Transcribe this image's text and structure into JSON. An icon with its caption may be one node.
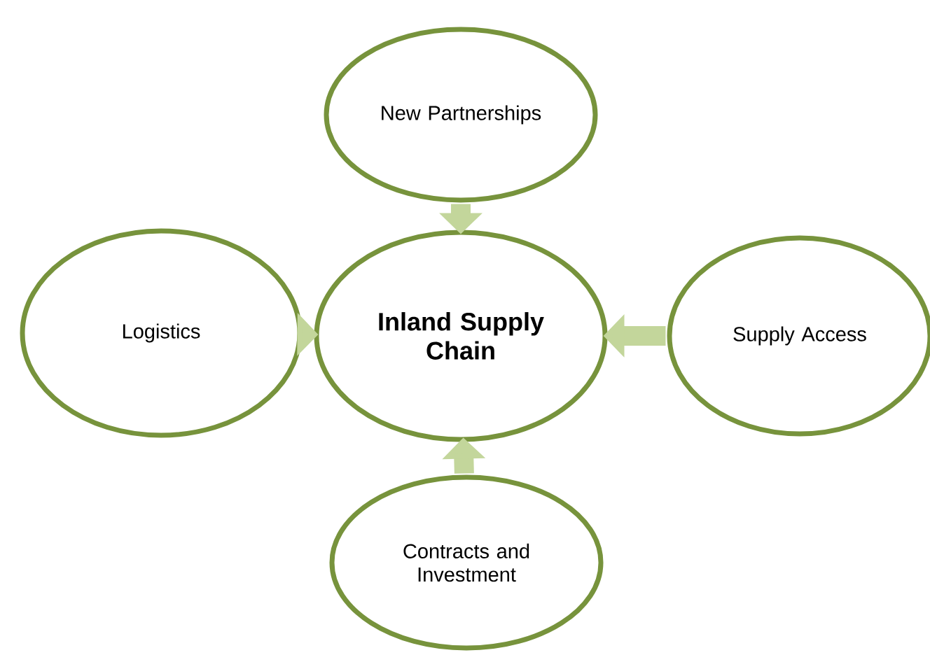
{
  "diagram": {
    "nodes": [
      {
        "text": [
          "New Partnerships"
        ]
      },
      {
        "text": [
          "Logistics"
        ]
      },
      {
        "text": [
          "Inland Supply Chain"
        ]
      },
      {
        "text": [
          "Supply Access"
        ]
      },
      {
        "text": [
          "Contracts and Investment"
        ]
      }
    ],
    "edges": [
      {
        "from": 0,
        "to": 2,
        "arrow": "to"
      },
      {
        "from": 1,
        "to": 2,
        "arrow": "to"
      },
      {
        "from": 3,
        "to": 2,
        "arrow": "to"
      },
      {
        "from": 4,
        "to": 2,
        "arrow": "to"
      }
    ]
  }
}
